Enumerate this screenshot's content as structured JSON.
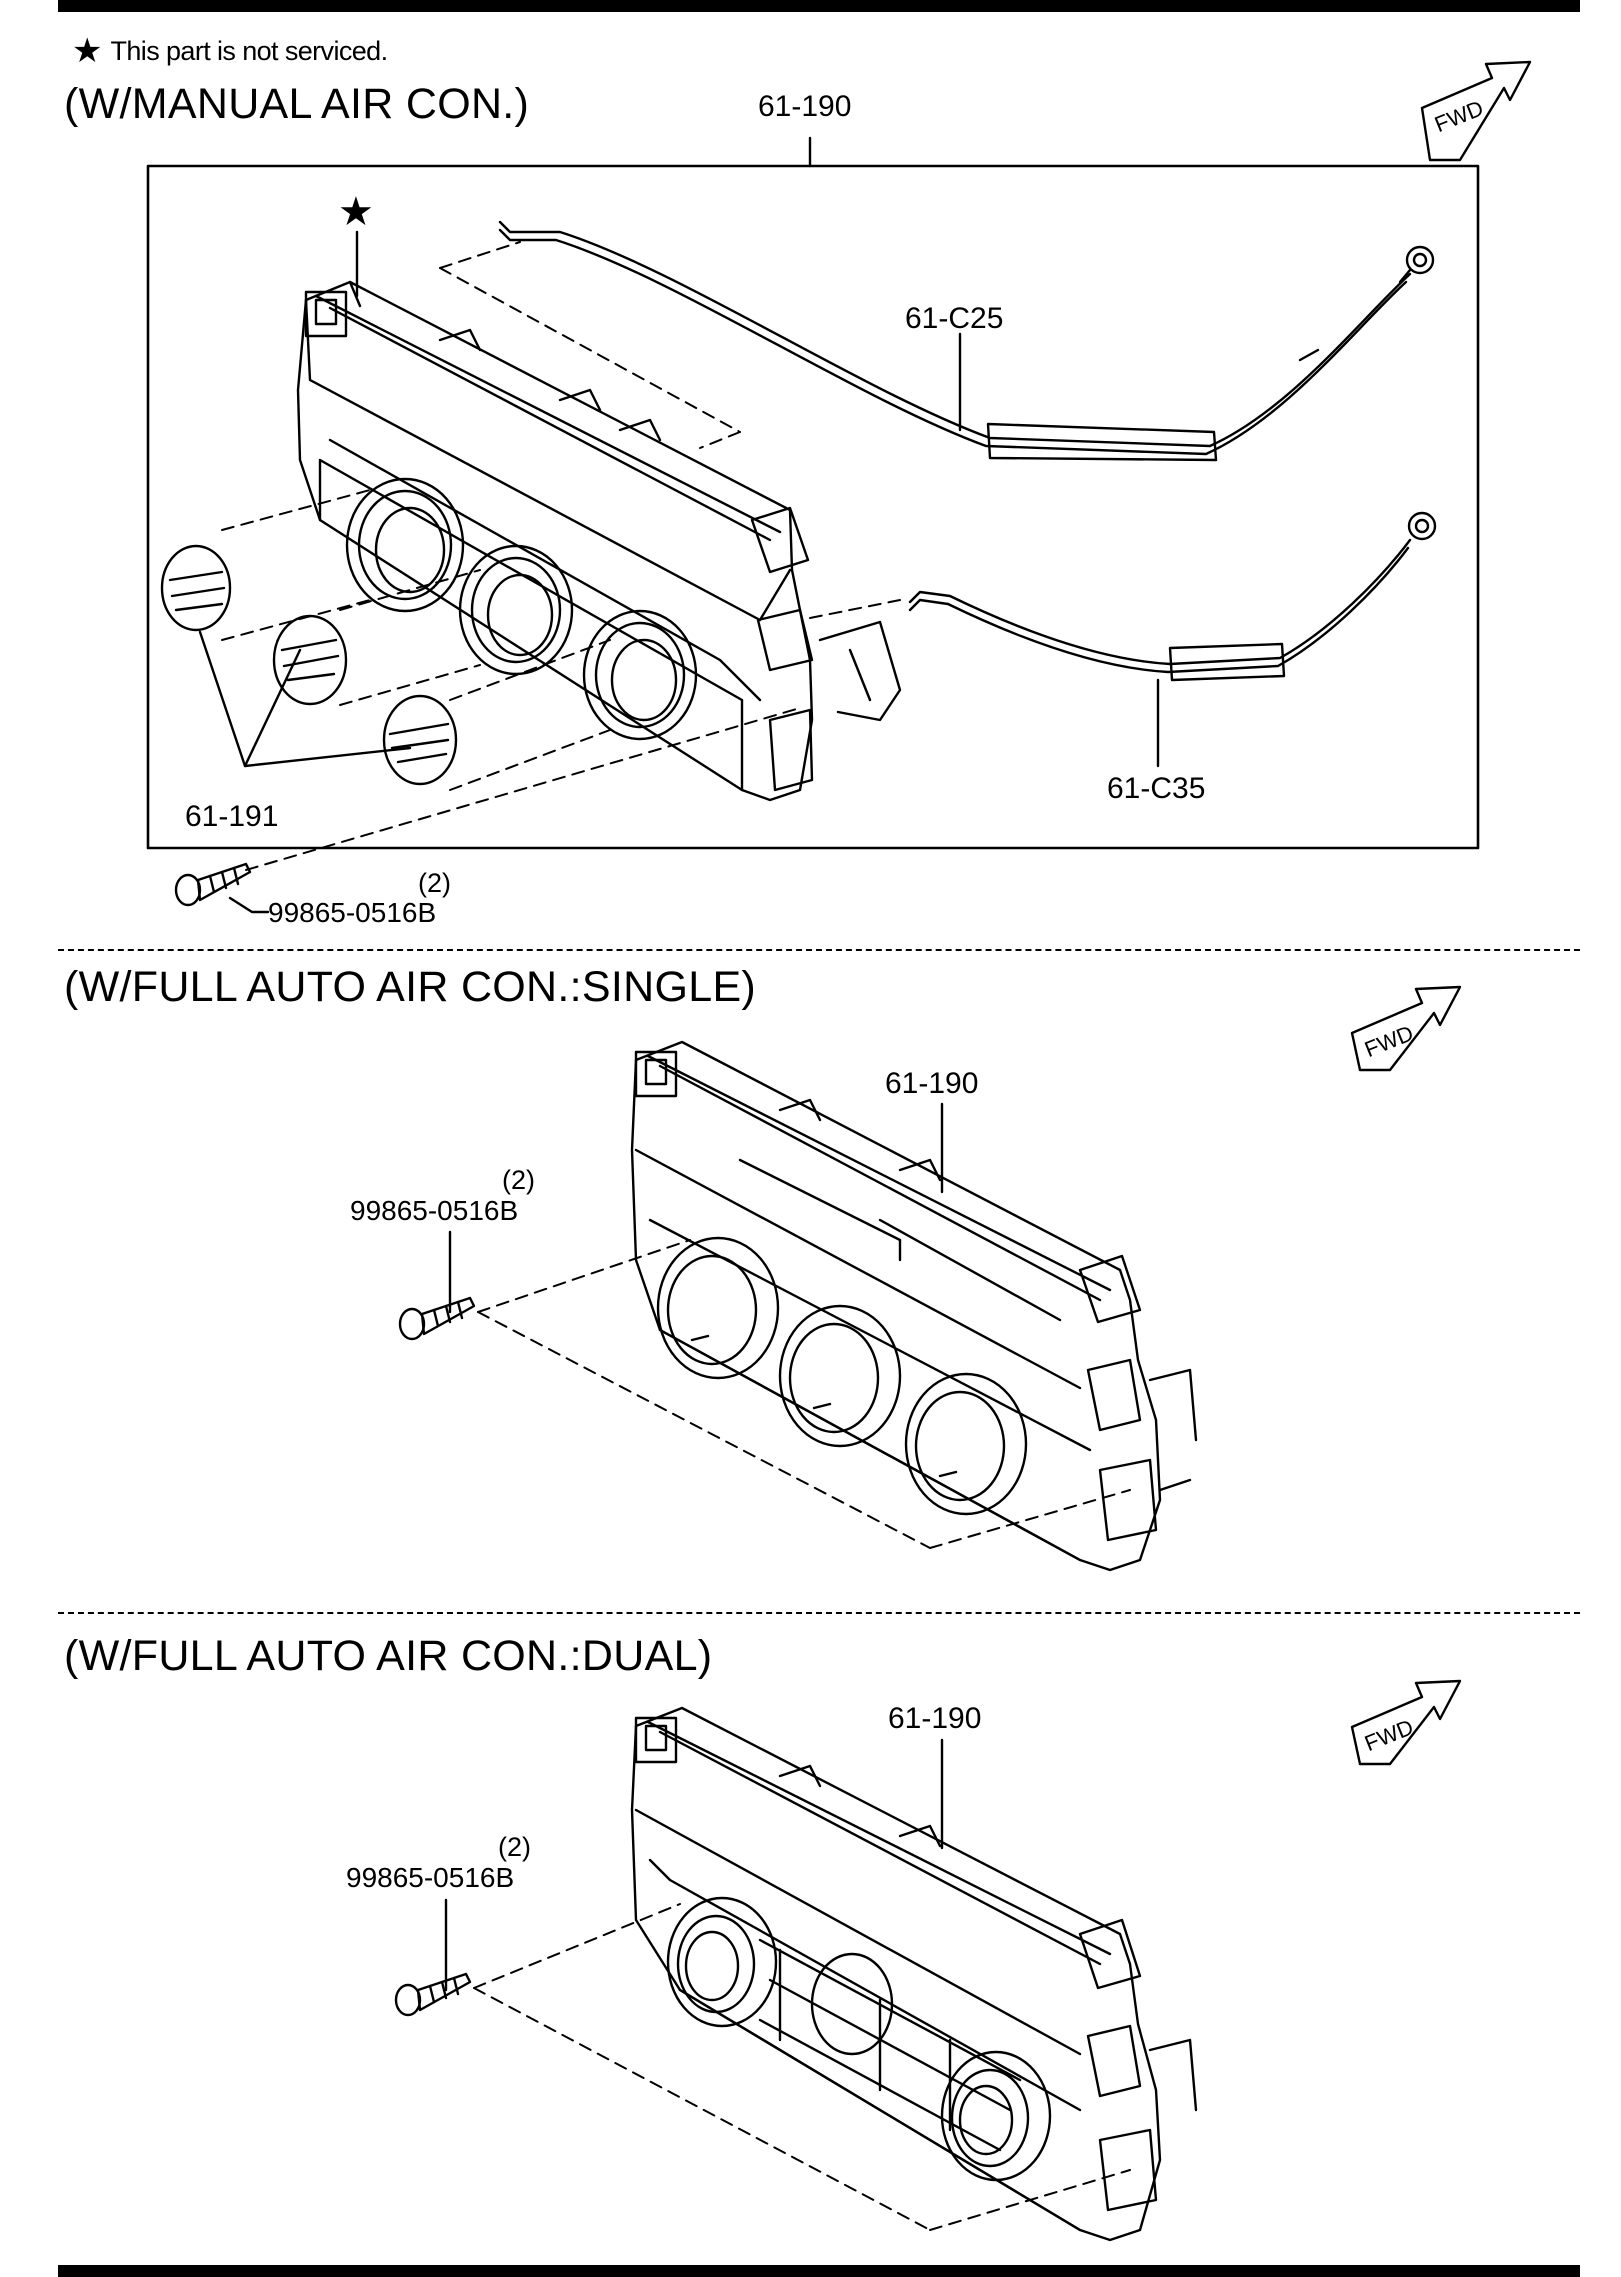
{
  "note": {
    "symbol": "★",
    "text": "This part is not serviced."
  },
  "sections": [
    {
      "heading": "(W/MANUAL AIR CON.)",
      "fwd": "FWD",
      "labels": {
        "panel": "61-190",
        "cable_upper": "61-C25",
        "cable_lower": "61-C35",
        "knobs": "61-191",
        "screw": "99865-0516B",
        "screw_qty": "(2)",
        "not_serviced_mark": "★"
      }
    },
    {
      "heading": "(W/FULL AUTO AIR CON.:SINGLE)",
      "fwd": "FWD",
      "labels": {
        "panel": "61-190",
        "screw": "99865-0516B",
        "screw_qty": "(2)"
      }
    },
    {
      "heading": "(W/FULL AUTO AIR CON.:DUAL)",
      "fwd": "FWD",
      "labels": {
        "panel": "61-190",
        "screw": "99865-0516B",
        "screw_qty": "(2)"
      }
    }
  ]
}
